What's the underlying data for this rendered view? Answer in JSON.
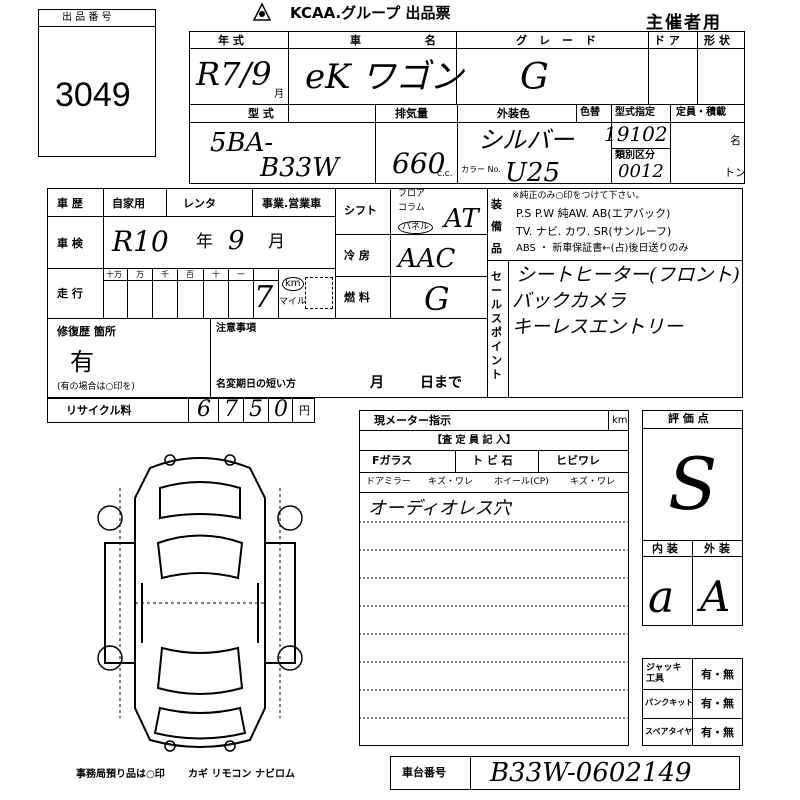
{
  "header": {
    "lot_label": "出 品 番 号",
    "lot_number": "3049",
    "group_title": "KCAA.グループ 出品票",
    "organizer": "主催者用"
  },
  "car": {
    "labels": {
      "year": "年 式",
      "name": "車 名",
      "grade": "グレード",
      "doors": "ド ア",
      "shape": "形 状"
    },
    "year": "R7/9",
    "year_unit": "月",
    "name": "eK ワゴン",
    "grade": "G",
    "labels2": {
      "model": "型 式",
      "displacement": "排気量",
      "color": "外装色",
      "repaint": "色替",
      "type_designation": "型式指定",
      "capacity": "定員・積載",
      "category": "類別区分",
      "person_unit": "名",
      "ton_unit": "トン",
      "color_no": "カラー No.",
      "cc": "c.c."
    },
    "model_line1": "5BA-",
    "model_line2": "B33W",
    "displacement": "660",
    "color": "シルバー",
    "color_no": "U25",
    "type_designation": "19102",
    "category": "0012"
  },
  "history": {
    "label": "車 歴",
    "options": [
      "自家用",
      "レンタ",
      "事業.営業車"
    ],
    "inspection_label": "車 検",
    "inspection": "R10",
    "inspection_year_unit": "年",
    "inspection_month": "9",
    "inspection_month_unit": "月",
    "mileage_label": "走 行",
    "mileage_digits": [
      "十万",
      "万",
      "千",
      "百",
      "十",
      "一"
    ],
    "mileage": "7",
    "km_label": "km",
    "mile_label": "マイル"
  },
  "shift": {
    "label": "シフト",
    "options": [
      "フロア",
      "コラム",
      "パネル"
    ],
    "value": "AT"
  },
  "ac": {
    "label": "冷 房",
    "value": "AAC"
  },
  "fuel": {
    "label": "燃 料",
    "value": "G"
  },
  "equipment": {
    "label": "装備品",
    "note": "※純正のみ○印をつけて下さい。",
    "line1": "P.S  P.W  純AW.  AB(エアバック)",
    "line2": "TV. ナビ. カワ. SR(サンルーフ)",
    "line3": "ABS ・ 新車保証書←(占)後日送りのみ"
  },
  "sales_points": {
    "label": "セールスポイント",
    "items": [
      "シートヒーター(フロント)",
      "バックカメラ",
      "キーレスエントリー"
    ]
  },
  "repair": {
    "label": "修復歴 箇所",
    "value": "有",
    "note": "(有の場合は○印を)"
  },
  "notes": {
    "label": "注意事項",
    "name_change_label": "名変期日の短い方",
    "month_unit": "月",
    "day_unit": "日まで"
  },
  "recycle": {
    "label": "リサイクル料",
    "digits": [
      "6",
      "7",
      "5",
      "0"
    ],
    "unit": "円"
  },
  "meter": {
    "label": "現メーター指示",
    "unit": "km"
  },
  "inspector": {
    "title": "【査 定 員 記 入】",
    "row1": [
      "Fガラス",
      "ト ビ 石",
      "ヒビワレ"
    ],
    "row2": [
      "ドアミラー",
      "キズ・ワレ",
      "ホイール(CP)",
      "キズ・ワレ"
    ],
    "comment": "オーディオレス穴"
  },
  "rating": {
    "label": "評 価 点",
    "score": "S",
    "interior_label": "内 装",
    "exterior_label": "外 装",
    "interior": "a",
    "exterior": "A"
  },
  "tools": [
    {
      "label": "ジャッキ工具",
      "value": "有・無"
    },
    {
      "label": "パンクキット",
      "value": "有・無"
    },
    {
      "label": "スペアタイヤ",
      "value": "有・無"
    }
  ],
  "footer": {
    "left_note": "事務局預り品は○印",
    "items": "カギ リモコン ナビロム",
    "chassis_label": "車台番号",
    "chassis": "B33W-0602149"
  }
}
